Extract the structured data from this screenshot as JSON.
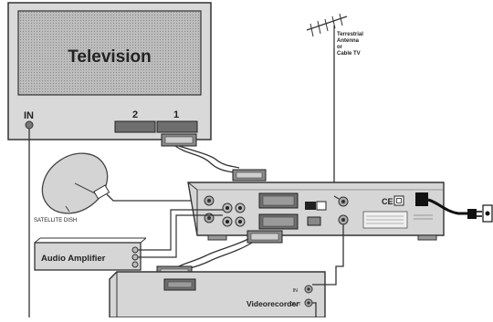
{
  "television": {
    "label": "Television",
    "in_label": "IN",
    "scart_2": "2",
    "scart_1": "1"
  },
  "antenna": {
    "line1": "Terrestrial",
    "line2": "Antenna",
    "line3": "or",
    "line4": "Cable TV"
  },
  "dish": {
    "label": "SATELLITE DISH"
  },
  "amplifier": {
    "label": "Audio Amplifier"
  },
  "vcr": {
    "label": "Videorecorder",
    "in_label": "IN",
    "out_label": "OUT"
  },
  "receiver": {
    "ce_mark": "CE"
  }
}
